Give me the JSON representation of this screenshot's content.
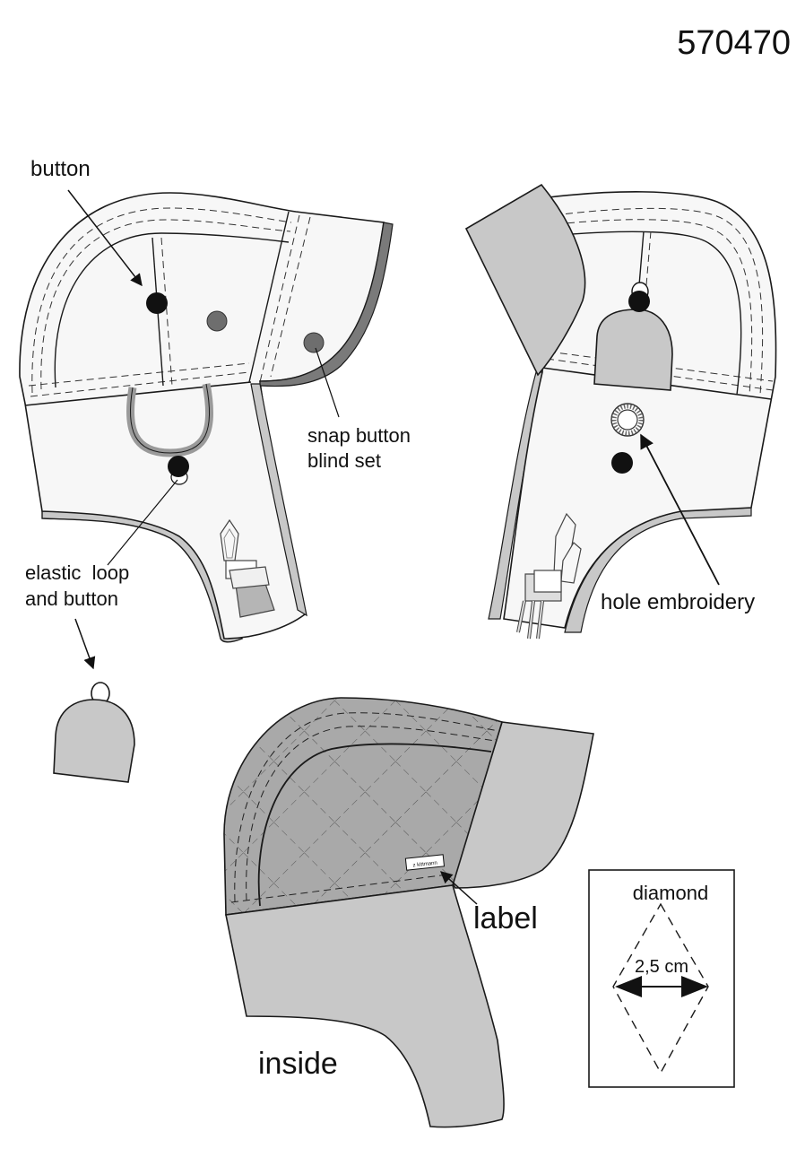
{
  "article_number": "570470",
  "labels": {
    "button": "button",
    "snap_button_line1": "snap button",
    "snap_button_line2": "blind set",
    "elastic_line1": "elastic  loop",
    "elastic_line2": "and button",
    "hole_embroidery": "hole embroidery",
    "label": "label",
    "inside": "inside",
    "label_tag": "z kittmann"
  },
  "diamond_box": {
    "title": "diamond",
    "measure": "2,5 cm"
  },
  "colors": {
    "stroke": "#1a1a1a",
    "light_fill": "#f7f7f7",
    "grey_fill": "#c8c8c8",
    "quilt_fill": "#a9a9a9",
    "dark_grey": "#6e6e6e",
    "black": "#111111"
  }
}
